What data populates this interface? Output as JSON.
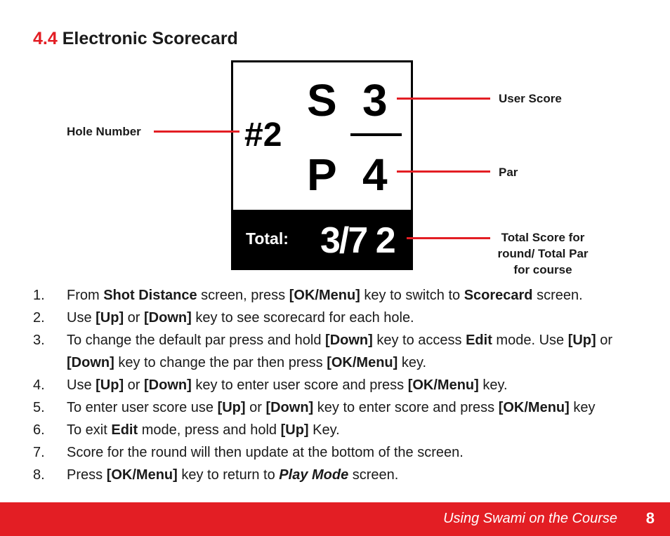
{
  "section": {
    "number": "4.4",
    "title": "Electronic Scorecard"
  },
  "device": {
    "hole": "#2",
    "score_letter": "S",
    "score_value": "3",
    "par_letter": "P",
    "par_value": "4",
    "total_label": "Total:",
    "total_value": "3/7 2"
  },
  "callouts": {
    "hole_number": "Hole Number",
    "user_score": "User Score",
    "par": "Par",
    "total_line1": "Total Score for",
    "total_line2": "round/ Total Par",
    "total_line3": "for course"
  },
  "steps": [
    {
      "n": "1.",
      "parts": [
        [
          "",
          "From "
        ],
        [
          "b",
          "Shot Distance"
        ],
        [
          "",
          " screen, press "
        ],
        [
          "b",
          "[OK/Menu]"
        ],
        [
          "",
          " key to switch to "
        ],
        [
          "b",
          "Scorecard"
        ],
        [
          "",
          " screen."
        ]
      ]
    },
    {
      "n": "2.",
      "parts": [
        [
          "",
          "Use "
        ],
        [
          "b",
          "[Up]"
        ],
        [
          "",
          " or "
        ],
        [
          "b",
          "[Down]"
        ],
        [
          "",
          " key to see scorecard for each hole."
        ]
      ]
    },
    {
      "n": "3.",
      "parts": [
        [
          "",
          "To change the default par press and hold "
        ],
        [
          "b",
          "[Down]"
        ],
        [
          "",
          " key to access "
        ],
        [
          "b",
          "Edit"
        ],
        [
          "",
          " mode. Use "
        ],
        [
          "b",
          "[Up]"
        ],
        [
          "",
          " or "
        ],
        [
          "b",
          "[Down]"
        ],
        [
          "",
          " key to change the par then press "
        ],
        [
          "b",
          "[OK/Menu]"
        ],
        [
          "",
          " key."
        ]
      ]
    },
    {
      "n": "4.",
      "parts": [
        [
          "",
          "Use "
        ],
        [
          "b",
          "[Up]"
        ],
        [
          "",
          " or "
        ],
        [
          "b",
          "[Down]"
        ],
        [
          "",
          " key to enter user score and press "
        ],
        [
          "b",
          "[OK/Menu]"
        ],
        [
          "",
          " key."
        ]
      ]
    },
    {
      "n": "5.",
      "parts": [
        [
          "",
          "To enter user score use "
        ],
        [
          "b",
          "[Up]"
        ],
        [
          "",
          " or "
        ],
        [
          "b",
          "[Down]"
        ],
        [
          "",
          " key to enter score and press "
        ],
        [
          "b",
          "[OK/Menu]"
        ],
        [
          "",
          " key"
        ]
      ]
    },
    {
      "n": "6.",
      "parts": [
        [
          "",
          "To exit "
        ],
        [
          "b",
          "Edit"
        ],
        [
          "",
          " mode, press and hold "
        ],
        [
          "b",
          "[Up]"
        ],
        [
          "",
          " Key."
        ]
      ]
    },
    {
      "n": "7.",
      "parts": [
        [
          "",
          "Score for the round will then update at the bottom of the screen."
        ]
      ]
    },
    {
      "n": "8.",
      "parts": [
        [
          "",
          "Press "
        ],
        [
          "b",
          "[OK/Menu]"
        ],
        [
          "",
          " key to return to "
        ],
        [
          "bi",
          "Play Mode"
        ],
        [
          "",
          " screen."
        ]
      ]
    }
  ],
  "footer": {
    "text": "Using Swami on the Course",
    "page": "8"
  },
  "colors": {
    "accent": "#e31e24",
    "screen": "#000000"
  }
}
